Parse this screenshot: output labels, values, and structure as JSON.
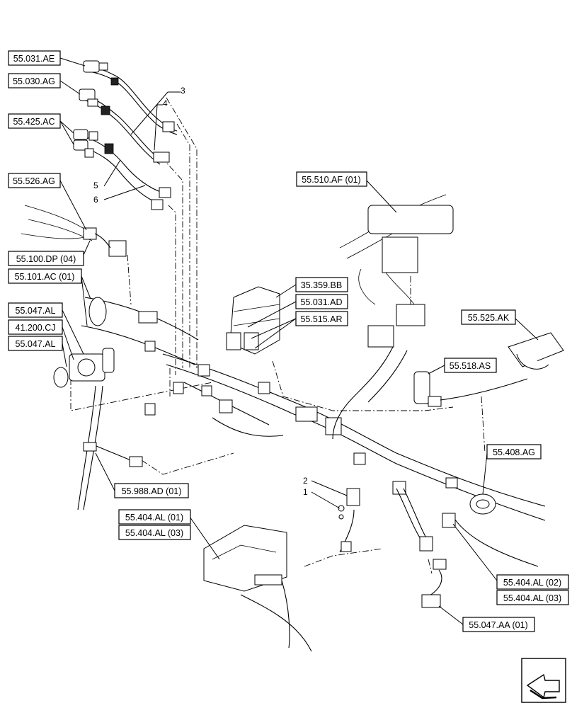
{
  "labels": {
    "l1": "55.031.AE",
    "l2": "55.030.AG",
    "l3": "55.425.AC",
    "l4": "55.526.AG",
    "l5": "55.100.DP (04)",
    "l6": "55.101.AC (01)",
    "l7": "55.047.AL",
    "l8": "41.200.CJ",
    "l9": "55.047.AL",
    "l10": "55.510.AF (01)",
    "l11": "35.359.BB",
    "l12": "55.031.AD",
    "l13": "55.515.AR",
    "l14": "55.525.AK",
    "l15": "55.518.AS",
    "l16": "55.408.AG",
    "l17": "55.988.AD (01)",
    "l18": "55.404.AL (01)",
    "l19": "55.404.AL (03)",
    "l20": "55.404.AL (02)",
    "l21": "55.404.AL (03)",
    "l22": "55.047.AA (01)"
  },
  "callouts": {
    "n1": "1",
    "n2": "2",
    "n3": "3",
    "n4": "4",
    "n5": "5",
    "n6": "6"
  },
  "icons": {
    "nav": "next-page-arrow-icon"
  }
}
